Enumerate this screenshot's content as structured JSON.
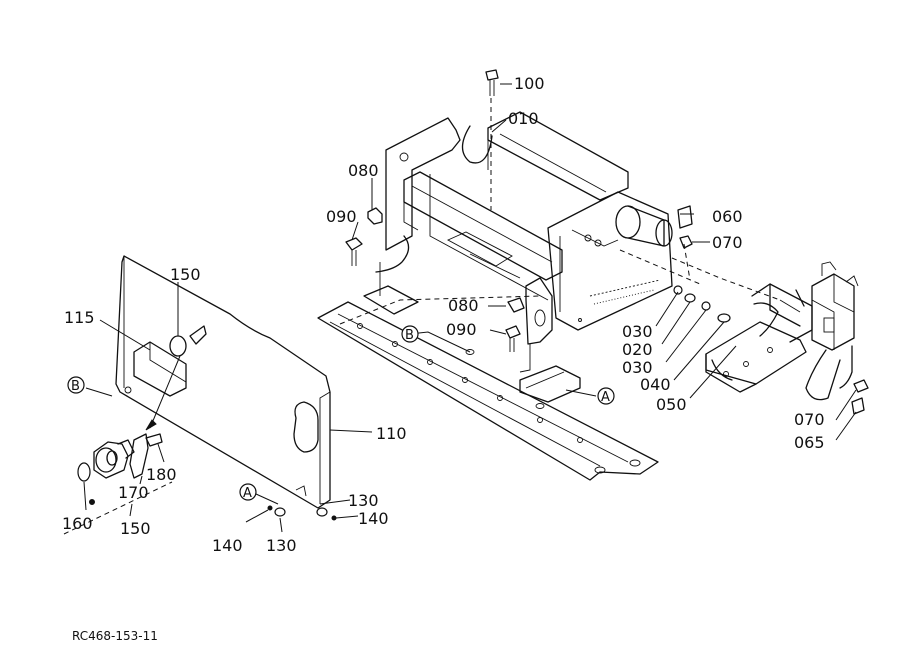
{
  "part_labels": [
    "100",
    "010",
    "080",
    "090",
    "060",
    "070",
    "150",
    "115",
    "080",
    "090",
    "030",
    "020",
    "030",
    "040",
    "050",
    "110",
    "070",
    "065",
    "180",
    "170",
    "160",
    "150",
    "130",
    "140",
    "140",
    "130"
  ],
  "callouts": [
    "B",
    "B",
    "A",
    "A"
  ],
  "drawing_reference": "RC468-153-11"
}
